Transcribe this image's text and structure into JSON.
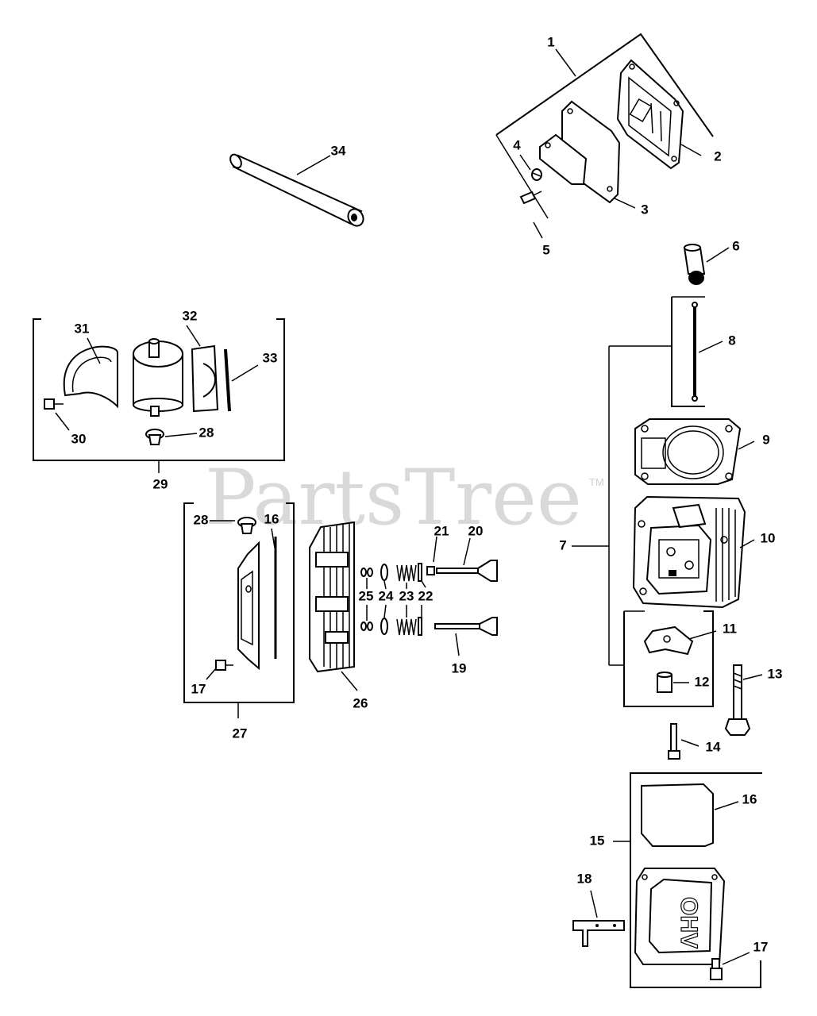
{
  "watermark": {
    "text": "PartsTree",
    "trademark": "TM"
  },
  "embossed_text": "OHV",
  "callouts": [
    "1",
    "2",
    "3",
    "4",
    "5",
    "6",
    "7",
    "8",
    "9",
    "10",
    "11",
    "12",
    "13",
    "14",
    "15",
    "16",
    "16",
    "17",
    "17",
    "18",
    "19",
    "20",
    "21",
    "22",
    "23",
    "24",
    "25",
    "26",
    "27",
    "28",
    "28",
    "29",
    "30",
    "31",
    "32",
    "33",
    "34"
  ]
}
